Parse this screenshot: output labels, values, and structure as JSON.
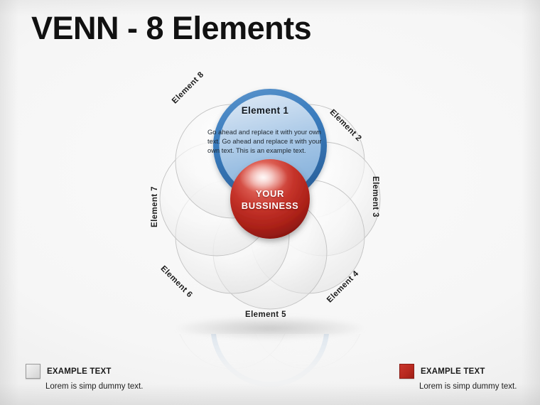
{
  "slide": {
    "title": "VENN - 8 Elements",
    "background_color": "#f4f4f4"
  },
  "diagram": {
    "type": "venn-8-petal",
    "center": {
      "line1": "YOUR",
      "line2": "BUSSINESS",
      "color": "#b8291f"
    },
    "highlight": {
      "label": "Element  1",
      "body": "Go ahead and replace it with your own text. Go ahead and replace it with your own text. This is an example text.",
      "color": "#3a7cbe"
    },
    "elements": [
      {
        "label": "Element  1",
        "angle": 0,
        "rotation": 0,
        "highlighted": true
      },
      {
        "label": "Element  2",
        "angle": 45,
        "rotation": 45,
        "highlighted": false
      },
      {
        "label": "Element  3",
        "angle": 90,
        "rotation": 90,
        "highlighted": false
      },
      {
        "label": "Element  4",
        "angle": 135,
        "rotation": -45,
        "highlighted": false
      },
      {
        "label": "Element  5",
        "angle": 180,
        "rotation": 0,
        "highlighted": false
      },
      {
        "label": "Element  6",
        "angle": 225,
        "rotation": 45,
        "highlighted": false
      },
      {
        "label": "Element  7",
        "angle": 270,
        "rotation": -90,
        "highlighted": false
      },
      {
        "label": "Element  8",
        "angle": 315,
        "rotation": -45,
        "highlighted": false
      }
    ]
  },
  "legend_left": {
    "swatch": "gray-swatch",
    "title": "EXAMPLE TEXT",
    "subtitle": "Lorem is simp dummy text."
  },
  "legend_right": {
    "swatch": "red-swatch",
    "title": "EXAMPLE TEXT",
    "subtitle": "Lorem is simp dummy text."
  }
}
